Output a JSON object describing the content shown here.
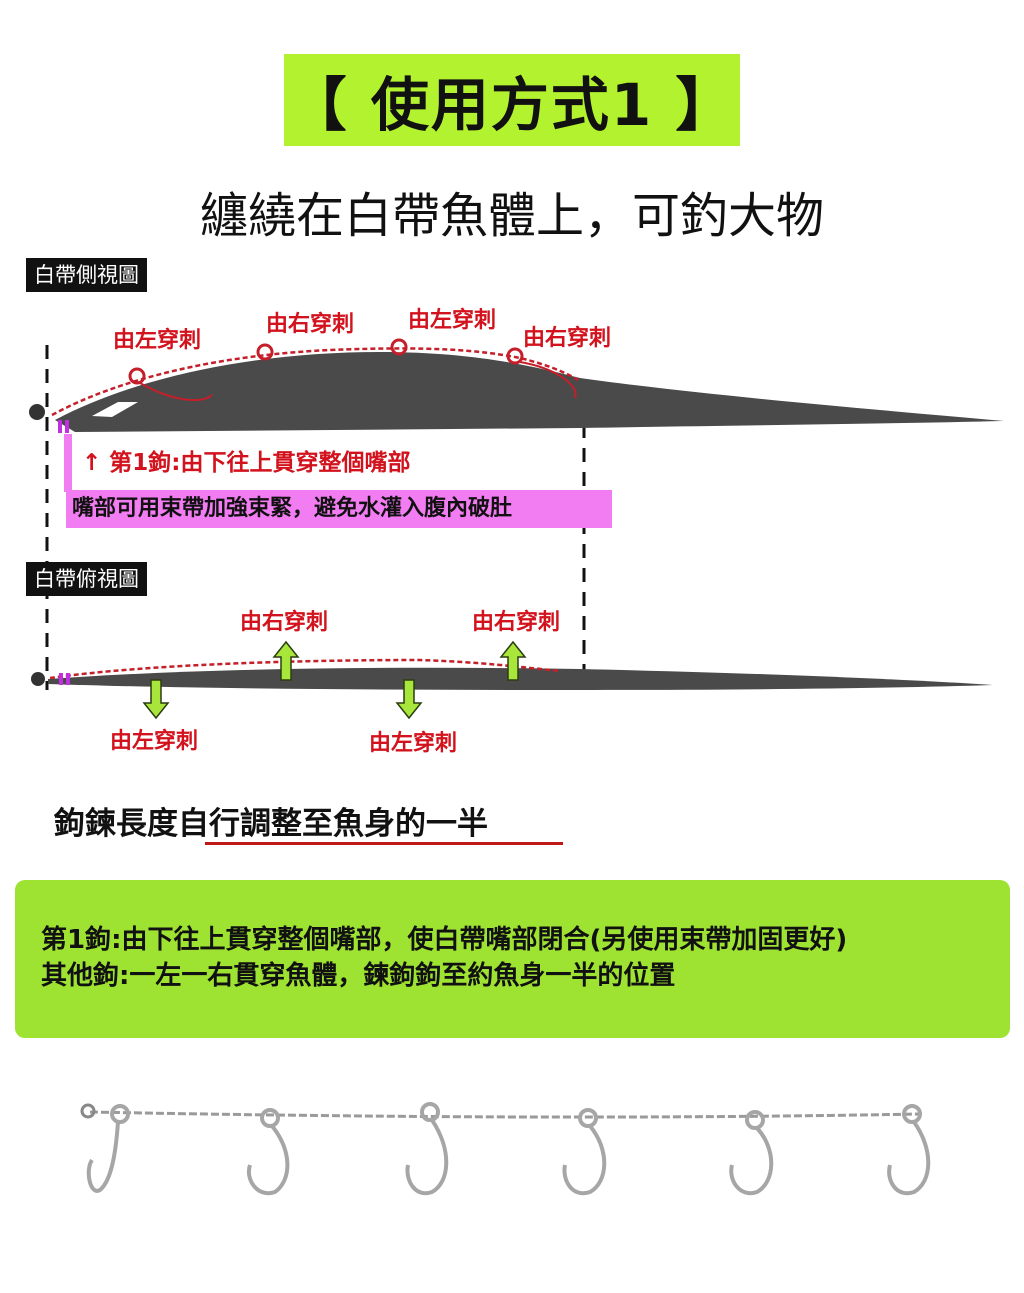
{
  "header": {
    "title": "【 使用方式1 】",
    "subtitle": "纏繞在白帶魚體上，可釣大物"
  },
  "side_view": {
    "tag": "白帶側視圖",
    "labels": [
      "由左穿刺",
      "由右穿刺",
      "由左穿刺",
      "由右穿刺"
    ],
    "hook1_note": "↑ 第1鉤:由下往上貫穿整個嘴部",
    "mouth_note": "嘴部可用束帶加強束緊，避免水灌入腹內破肚"
  },
  "top_view": {
    "tag": "白帶俯視圖",
    "upper_labels": [
      "由右穿刺",
      "由右穿刺"
    ],
    "lower_labels": [
      "由左穿刺",
      "由左穿刺"
    ]
  },
  "length_note": {
    "prefix": "鉤鍊長度",
    "emphasis": "自行調整至魚身的一半"
  },
  "info": {
    "line1": "第1鉤:由下往上貫穿整個嘴部，使白帶嘴部閉合(另使用束帶加固更好)",
    "line2": "其他鉤:一左一右貫穿魚體，鍊鉤鉤至約魚身一半的位置"
  },
  "colors": {
    "banner": "#b3f22e",
    "info_box": "#9ee232",
    "label_red": "#d2121c",
    "note_pink": "#f27cf2",
    "fish": "#4a4a4a",
    "arrow_green": "#a8e63c"
  }
}
